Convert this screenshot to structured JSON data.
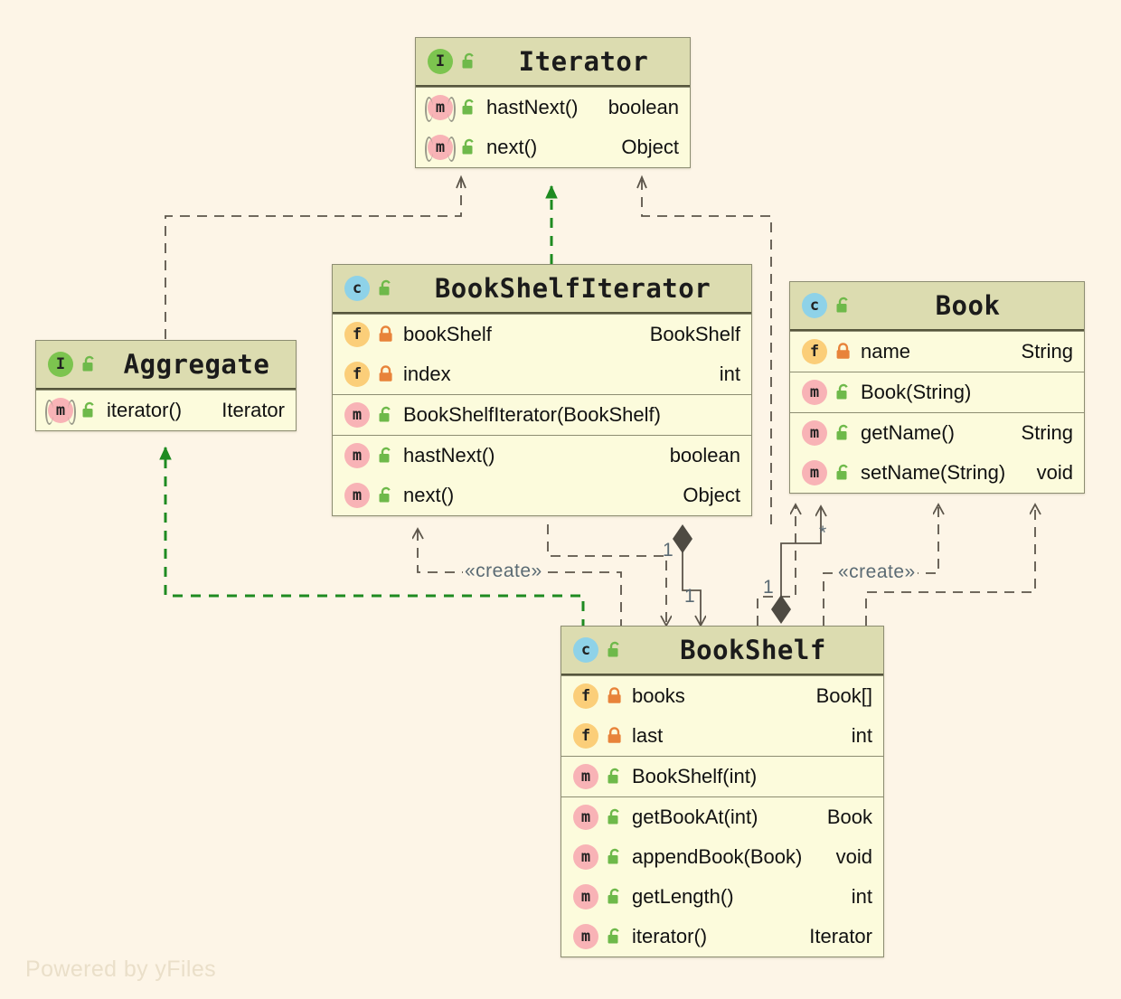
{
  "diagram": {
    "kind": "uml-class-diagram",
    "watermark": "Powered by yFiles",
    "colors": {
      "background": "#FDF5E7",
      "header_fill": "#DCDCB0",
      "body_fill": "#FCFBDC",
      "border": "#8d8d72",
      "edge_gray": "#5c554a",
      "edge_green": "#1e8b21",
      "label_text": "#5b6b74",
      "icon_interface": "#7cc44f",
      "icon_class": "#8ed2e8",
      "icon_field": "#fbce79",
      "icon_method": "#f8b3b6",
      "lock_private": "#e8833a",
      "lock_public": "#6eb94a"
    }
  },
  "classes": {
    "iterator": {
      "name": "Iterator",
      "stereotype_icon": "I",
      "visibility": "public",
      "compartments": [
        {
          "members": [
            {
              "icon": "m",
              "abstract": true,
              "lock": "public",
              "name": "hastNext()",
              "type": "boolean"
            },
            {
              "icon": "m",
              "abstract": true,
              "lock": "public",
              "name": "next()",
              "type": "Object"
            }
          ]
        }
      ]
    },
    "aggregate": {
      "name": "Aggregate",
      "stereotype_icon": "I",
      "visibility": "public",
      "compartments": [
        {
          "members": [
            {
              "icon": "m",
              "abstract": true,
              "lock": "public",
              "name": "iterator()",
              "type": "Iterator"
            }
          ]
        }
      ]
    },
    "bookshelfiterator": {
      "name": "BookShelfIterator",
      "stereotype_icon": "c",
      "visibility": "public",
      "compartments": [
        {
          "members": [
            {
              "icon": "f",
              "abstract": false,
              "lock": "private",
              "name": "bookShelf",
              "type": "BookShelf"
            },
            {
              "icon": "f",
              "abstract": false,
              "lock": "private",
              "name": "index",
              "type": "int"
            }
          ]
        },
        {
          "members": [
            {
              "icon": "m",
              "abstract": false,
              "lock": "public",
              "name": "BookShelfIterator(BookShelf)",
              "type": ""
            }
          ]
        },
        {
          "members": [
            {
              "icon": "m",
              "abstract": false,
              "lock": "public",
              "name": "hastNext()",
              "type": "boolean"
            },
            {
              "icon": "m",
              "abstract": false,
              "lock": "public",
              "name": "next()",
              "type": "Object"
            }
          ]
        }
      ]
    },
    "book": {
      "name": "Book",
      "stereotype_icon": "c",
      "visibility": "public",
      "compartments": [
        {
          "members": [
            {
              "icon": "f",
              "abstract": false,
              "lock": "private",
              "name": "name",
              "type": "String"
            }
          ]
        },
        {
          "members": [
            {
              "icon": "m",
              "abstract": false,
              "lock": "public",
              "name": "Book(String)",
              "type": ""
            }
          ]
        },
        {
          "members": [
            {
              "icon": "m",
              "abstract": false,
              "lock": "public",
              "name": "getName()",
              "type": "String"
            },
            {
              "icon": "m",
              "abstract": false,
              "lock": "public",
              "name": "setName(String)",
              "type": "void"
            }
          ]
        }
      ]
    },
    "bookshelf": {
      "name": "BookShelf",
      "stereotype_icon": "c",
      "visibility": "public",
      "compartments": [
        {
          "members": [
            {
              "icon": "f",
              "abstract": false,
              "lock": "private",
              "name": "books",
              "type": "Book[]"
            },
            {
              "icon": "f",
              "abstract": false,
              "lock": "private",
              "name": "last",
              "type": "int"
            }
          ]
        },
        {
          "members": [
            {
              "icon": "m",
              "abstract": false,
              "lock": "public",
              "name": "BookShelf(int)",
              "type": ""
            }
          ]
        },
        {
          "members": [
            {
              "icon": "m",
              "abstract": false,
              "lock": "public",
              "name": "getBookAt(int)",
              "type": "Book"
            },
            {
              "icon": "m",
              "abstract": false,
              "lock": "public",
              "name": "appendBook(Book)",
              "type": "void"
            },
            {
              "icon": "m",
              "abstract": false,
              "lock": "public",
              "name": "getLength()",
              "type": "int"
            },
            {
              "icon": "m",
              "abstract": false,
              "lock": "public",
              "name": "iterator()",
              "type": "Iterator"
            }
          ]
        }
      ]
    }
  },
  "edge_labels": {
    "create_left": "«create»",
    "create_right": "«create»",
    "mult_one_a": "1",
    "mult_one_b": "1",
    "mult_one_c": "1",
    "mult_star": "*"
  }
}
